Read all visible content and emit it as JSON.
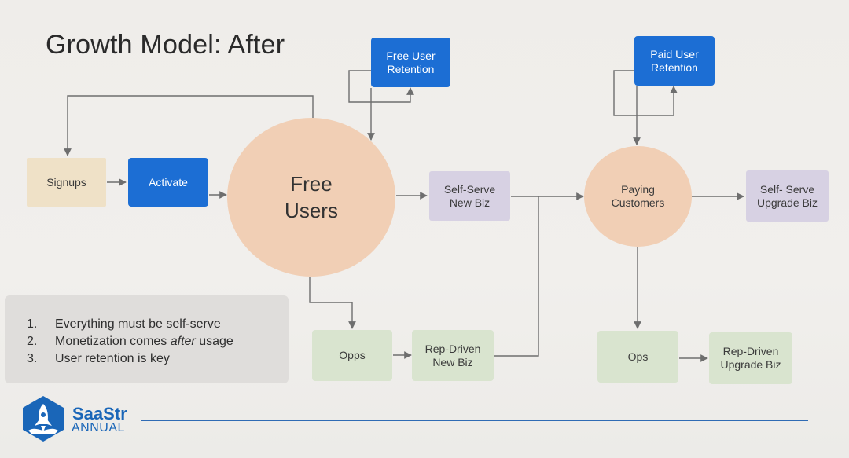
{
  "title": "Growth Model: After",
  "nodes": {
    "signups": "Signups",
    "activate": "Activate",
    "free_users": "Free\nUsers",
    "free_user_retention": "Free User\nRetention",
    "self_serve_new_biz": "Self-Serve\nNew Biz",
    "paying_customers": "Paying\nCustomers",
    "paid_user_retention": "Paid User\nRetention",
    "self_serve_upgrade_biz": "Self- Serve\nUpgrade Biz",
    "opps": "Opps",
    "rep_driven_new_biz": "Rep-Driven\nNew Biz",
    "ops": "Ops",
    "rep_driven_upgrade_biz": "Rep-Driven\nUpgrade Biz"
  },
  "notes": [
    {
      "num": "1.",
      "before": "Everything must be self-serve",
      "em": "",
      "after": ""
    },
    {
      "num": "2.",
      "before": "Monetization comes ",
      "em": "after",
      "after": " usage"
    },
    {
      "num": "3.",
      "before": "User retention is key",
      "em": "",
      "after": ""
    }
  ],
  "brand": {
    "name": "SaaStr",
    "sub": "ANNUAL"
  },
  "colors": {
    "blue": "#1c6ed4",
    "tan": "#efe1c7",
    "purple": "#d7d1e3",
    "green": "#d9e4cf",
    "circle": "#f1cfb5",
    "brand": "#1a66b8"
  }
}
